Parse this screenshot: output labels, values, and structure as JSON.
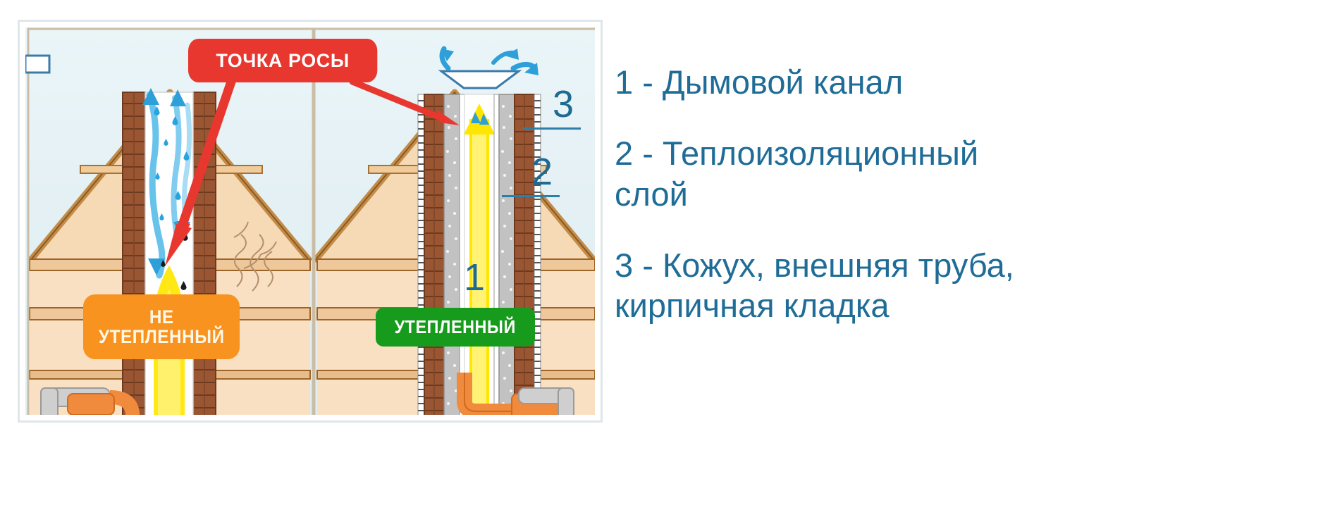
{
  "image": {
    "kind": "chimney-insulation-diagram",
    "language": "ru"
  },
  "colors": {
    "legend_text": "#1f6d97",
    "number_text": "#1d6a93",
    "dew_badge_bg": "#e8372f",
    "cold_badge_bg": "#f7931e",
    "warm_badge_bg": "#169b1c",
    "sky_bg": "#e6f2f5",
    "wall_fill": "#f9e0c2",
    "roof_fill": "#f6d9b5",
    "brick": "#9a5633",
    "insulation": "#bdbdbd",
    "smoke_yellow": "#ffe600",
    "vapor_blue": "#29a3dd",
    "frame_border": "#dfe7ea"
  },
  "badges": {
    "dew_point": "ТОЧКА РОСЫ",
    "uninsulated_line1": "НЕ",
    "uninsulated_line2": "УТЕПЛЕННЫЙ",
    "insulated": "УТЕПЛЕННЫЙ"
  },
  "callout_numbers": [
    {
      "value": "3",
      "refers_to": "Кожух, внешняя труба, кирпичная кладка"
    },
    {
      "value": "2",
      "refers_to": "Теплоизоляционный слой"
    },
    {
      "value": "1",
      "refers_to": "Дымовой канал"
    }
  ],
  "legend": {
    "items": [
      {
        "line1": "1 - Дымовой канал",
        "line2": ""
      },
      {
        "line1": "2 - Теплоизоляционный",
        "line2": "слой"
      },
      {
        "line1": "3 - Кожух, внешняя труба,",
        "line2": "кирпичная кладка"
      }
    ]
  }
}
